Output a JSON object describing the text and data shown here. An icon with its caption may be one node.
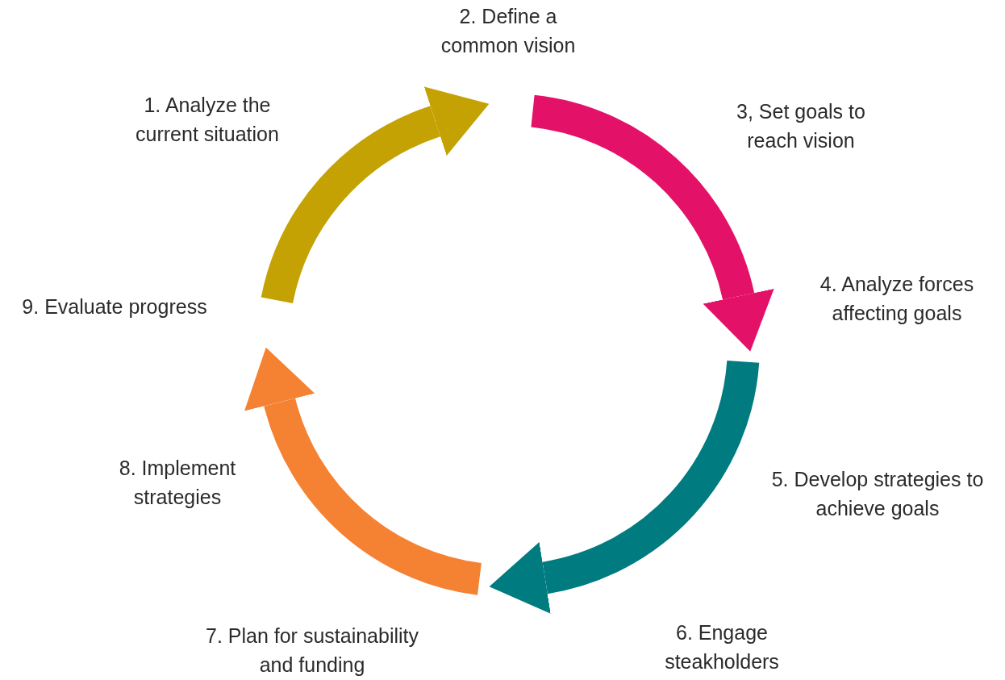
{
  "diagram": {
    "nodes": [
      {
        "text": [
          "1. Analyze the current situation"
        ]
      },
      {
        "text": [
          "2. Define a common vision"
        ]
      },
      {
        "text": [
          "3, Set goals to reach vision"
        ]
      },
      {
        "text": [
          "4. Analyze forces affecting goals"
        ]
      },
      {
        "text": [
          "5. Develop strategies to achieve goals"
        ]
      },
      {
        "text": [
          "6. Engage steakholders"
        ]
      },
      {
        "text": [
          "7. Plan for sustainability and funding"
        ]
      },
      {
        "text": [
          "8. Implement strategies"
        ]
      },
      {
        "text": [
          "9. Evaluate progress"
        ]
      }
    ]
  }
}
